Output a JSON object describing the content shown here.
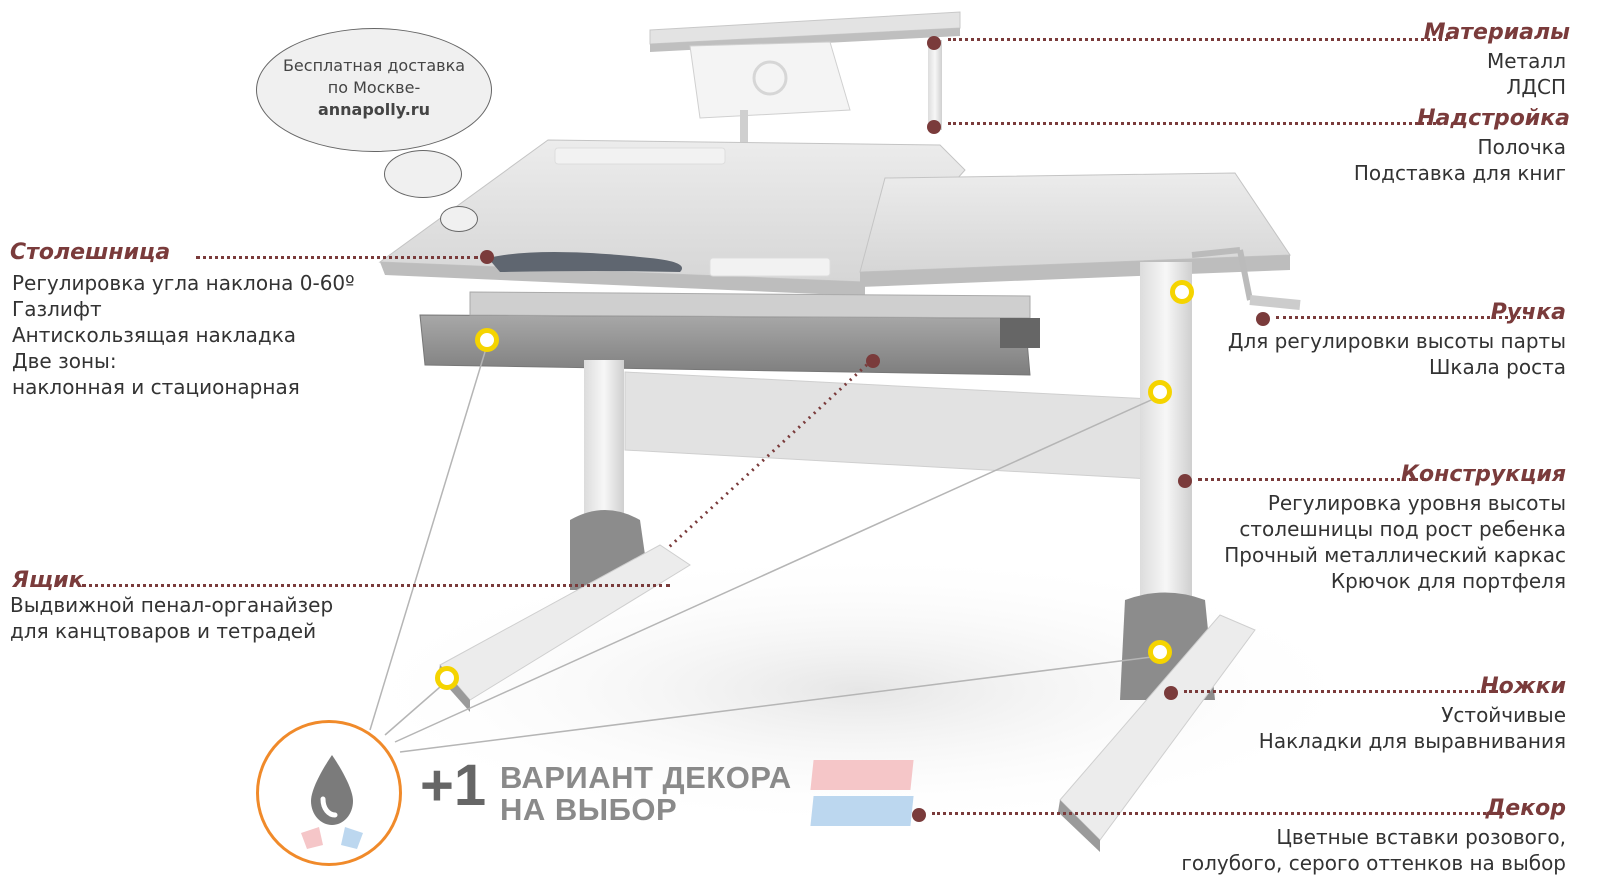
{
  "bubble": {
    "line1": "Бесплатная доставка",
    "line2": "по Москве-",
    "site": "annapolly.ru"
  },
  "features": {
    "materials": {
      "title": "Материалы",
      "items": [
        "Металл",
        "ЛДСП"
      ]
    },
    "superstructure": {
      "title": "Надстройка",
      "items": [
        "Полочка",
        "Подставка для книг"
      ]
    },
    "tabletop": {
      "title": "Столешница",
      "items": [
        "Регулировка угла наклона 0-60º",
        "Газлифт",
        "Антискользящая накладка",
        "Две зоны:",
        "наклонная и стационарная"
      ]
    },
    "handle": {
      "title": "Ручка",
      "items": [
        "Для регулировки высоты парты",
        "Шкала роста"
      ]
    },
    "construction": {
      "title": "Конструкция",
      "items": [
        "Регулировка уровня высоты",
        "столешницы под рост ребенка",
        "Прочный металлический каркас",
        "Крючок для портфеля"
      ]
    },
    "drawer": {
      "title": "Ящик",
      "items": [
        "Выдвижной пенал-органайзер",
        "для канцтоваров и тетрадей"
      ]
    },
    "legs": {
      "title": "Ножки",
      "items": [
        "Устойчивые",
        "Накладки для выравнивания"
      ]
    },
    "decor": {
      "title": "Декор",
      "items": [
        "Цветные вставки розового,",
        "голубого, серого оттенков на выбор"
      ]
    }
  },
  "decor_badge": {
    "plus": "+1",
    "line1": "ВАРИАНТ ДЕКОРА",
    "line2": "НА ВЫБОР"
  },
  "colors": {
    "accent": "#7a3b3b",
    "marker_yellow": "#f5d400",
    "decor_ring": "#f08a2a",
    "pink_swatch": "#f5c6c8",
    "blue_swatch": "#bcd7ef"
  }
}
